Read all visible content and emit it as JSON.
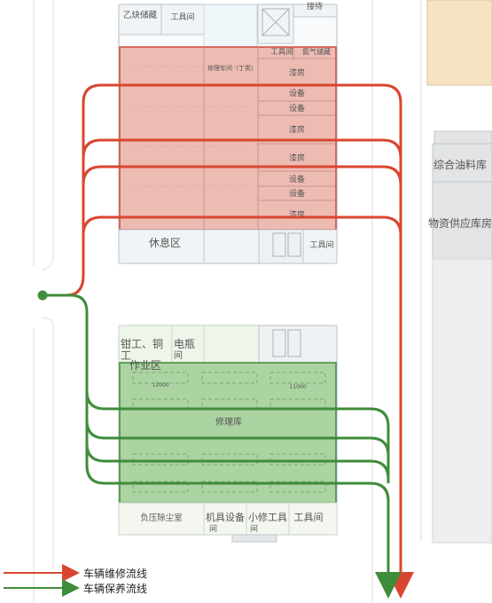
{
  "colors": {
    "repair_flow": "#d9462f",
    "maintain_flow": "#3f8c3a",
    "repair_zone": "#e9a59a",
    "maintain_zone": "#8cc27f",
    "oil_block": "#f6e3c3"
  },
  "building_top": {
    "rooms": {
      "b_storage": "乙炔储藏",
      "tool_room": "工具间",
      "reception": "接待",
      "tool_room_2": "工具间",
      "nitrogen_storage": "氮气储藏",
      "workshop": "修理车间（丁类）",
      "paint_1": "漆房",
      "equip_1": "设备",
      "equip_2": "设备",
      "paint_2": "漆房",
      "paint_3": "漆房",
      "equip_3": "设备",
      "equip_4": "设备",
      "paint_4": "漆房",
      "lounge": "休息区",
      "tool_room_3": "工具间"
    }
  },
  "building_bottom": {
    "rooms": {
      "fitter_area_1": "钳工、铜",
      "fitter_area_2": "工",
      "fitter_area_3": "作业区",
      "battery_1": "电瓶",
      "battery_2": "间",
      "dim_1": "12000",
      "dim_2": "11000",
      "repair_bay": "修理库",
      "dust_room": "负压除尘室",
      "machine_room_1": "机具设备",
      "machine_room_2": "间",
      "repair_tool_1": "小修工具",
      "repair_tool_2": "间",
      "tool_room": "工具间"
    }
  },
  "right_side": {
    "oil_store": "综合油料库",
    "supply_store": "物资供应库房"
  },
  "legend": {
    "repair_flow_label": "车辆维修流线",
    "maintain_flow_label": "车辆保养流线"
  }
}
